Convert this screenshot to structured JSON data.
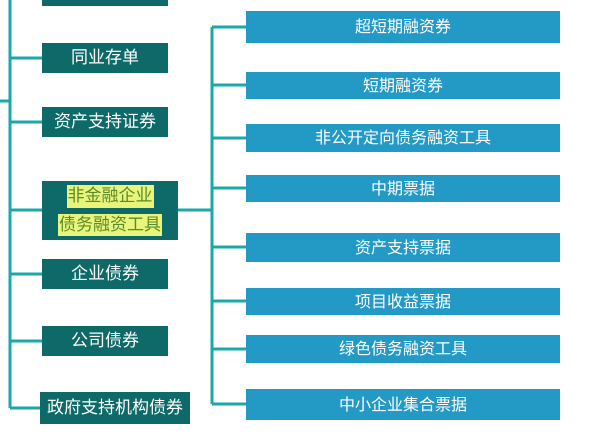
{
  "left_items": [
    {
      "label": "",
      "partial": true
    },
    {
      "label": "同业存单"
    },
    {
      "label": "资产支持证券"
    },
    {
      "label_lines": [
        "非金融企业",
        "债务融资工具"
      ],
      "highlighted": true
    },
    {
      "label": "企业债券"
    },
    {
      "label": "公司债券"
    },
    {
      "label": "政府支持机构债券"
    }
  ],
  "right_items": [
    {
      "label": "超短期融资券"
    },
    {
      "label": "短期融资券"
    },
    {
      "label": "非公开定向债务融资工具"
    },
    {
      "label": "中期票据"
    },
    {
      "label": "资产支持票据"
    },
    {
      "label": "项目收益票据"
    },
    {
      "label": "绿色债务融资工具"
    },
    {
      "label": "中小企业集合票据"
    }
  ],
  "colors": {
    "left_box": "#0e6a68",
    "right_box": "#2399c6",
    "connector": "#1aa9a6",
    "highlight": "#e9f57a"
  }
}
